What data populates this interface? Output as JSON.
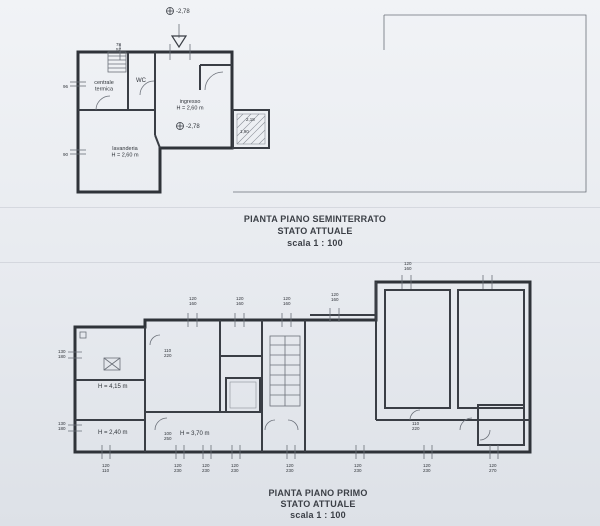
{
  "basement": {
    "elevation_top": "-2,78",
    "dims_centrale": "78\n57",
    "room_centrale": "centrale\ntermica",
    "room_wc": "WC",
    "room_ingresso": "ingresso\nH = 2,60 m",
    "elevation_ingresso": "-2,78",
    "room_lavanderia": "lavanderia\nH = 2,60 m",
    "dim_left_1": "96",
    "dim_left_2": "90",
    "dim_stair_w": "2,18",
    "dim_stair_h": "1,90",
    "title": "PIANTA PIANO SEMINTERRATO",
    "subtitle": "STATO ATTUALE",
    "scale": "scala 1 : 100"
  },
  "first_floor": {
    "dim_top": [
      "120\n160",
      "120\n160",
      "120\n160",
      "120\n160",
      "120\n160"
    ],
    "dim_left": [
      "130\n180",
      "130\n180"
    ],
    "dim_inner_1": "110\n220",
    "dim_inner_2": "100\n250",
    "dim_inner_3": "110\n220",
    "room_h1": "H = 4,15 m",
    "room_h2": "H = 3,70 m",
    "room_h3": "H = 2,40 m",
    "dim_bottom": [
      "120\n110",
      "120\n230",
      "120\n230",
      "120\n230",
      "120\n230",
      "120\n230",
      "120\n230",
      "120\n270"
    ],
    "title": "PIANTA PIANO PRIMO",
    "subtitle": "STATO ATTUALE",
    "scale": "scala 1 : 100"
  }
}
